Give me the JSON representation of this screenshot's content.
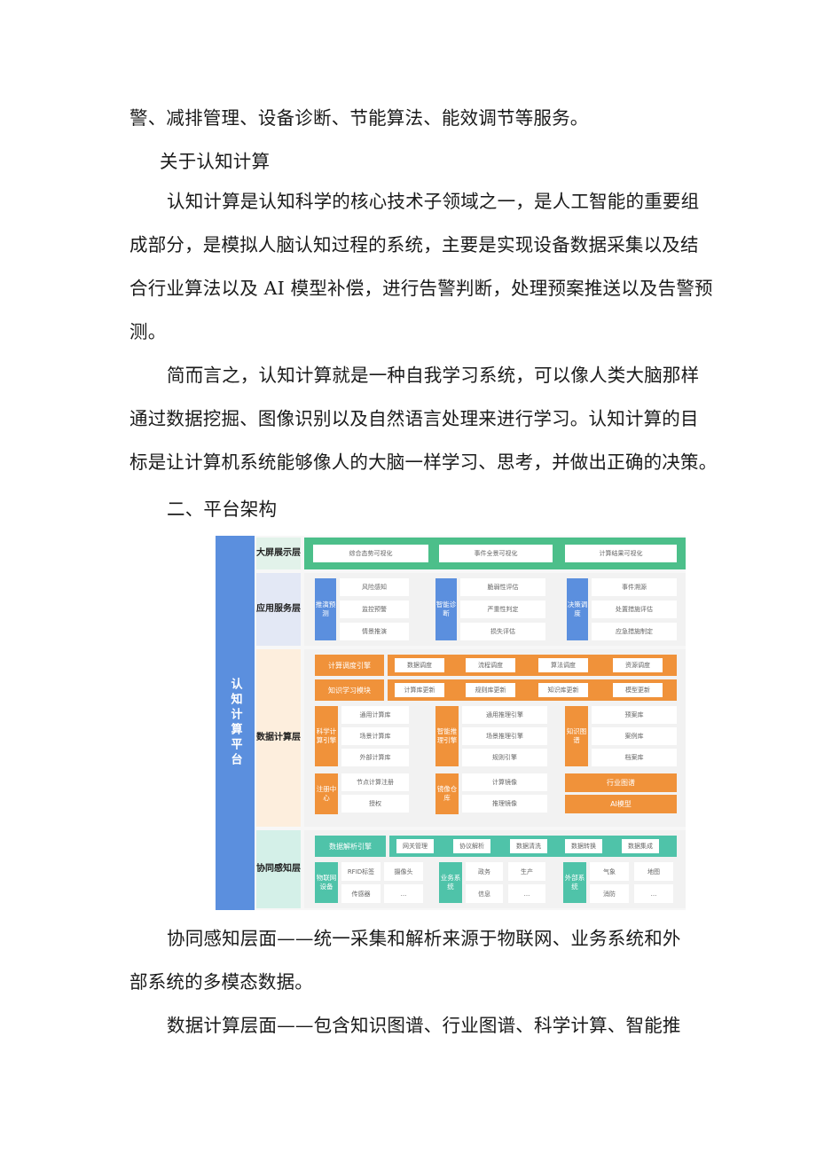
{
  "document": {
    "paragraphs": [
      {
        "id": "p0",
        "text": "警、减排管理、设备诊断、节能算法、能效调节等服务。"
      },
      {
        "id": "p1",
        "text": "关于认知计算"
      },
      {
        "id": "p2a",
        "text": "认知计算是认知科学的核心技术子领域之一，是人工智能的重要组"
      },
      {
        "id": "p2b",
        "text": "成部分，是模拟人脑认知过程的系统，主要是实现设备数据采集以及结"
      },
      {
        "id": "p2c",
        "text": "合行业算法以及 AI 模型补偿，进行告警判断，处理预案推送以及告警预"
      },
      {
        "id": "p2d",
        "text": "测。"
      },
      {
        "id": "p3a",
        "text": "简而言之，认知计算就是一种自我学习系统，可以像人类大脑那样"
      },
      {
        "id": "p3b",
        "text": "通过数据挖掘、图像识别以及自然语言处理来进行学习。认知计算的目"
      },
      {
        "id": "p3c",
        "text": "标是让计算机系统能够像人的大脑一样学习、思考，并做出正确的决策。"
      },
      {
        "id": "p4",
        "text": "二、平台架构"
      },
      {
        "id": "p5a",
        "text": "协同感知层面——统一采集和解析来源于物联网、业务系统和外"
      },
      {
        "id": "p5b",
        "text": "部系统的多模态数据。"
      },
      {
        "id": "p6a",
        "text": "数据计算层面——包含知识图谱、行业图谱、科学计算、智能推"
      }
    ]
  },
  "diagram": {
    "platform_label": "认知计算平台",
    "colors": {
      "blue": "#5b8fde",
      "green": "#4cbf8a",
      "orange": "#f0923a",
      "teal": "#4fc3a9"
    },
    "layers": {
      "display": {
        "label": "大屏展示层",
        "items": [
          "综合态势可视化",
          "事件全景可视化",
          "计算结果可视化"
        ]
      },
      "application": {
        "label": "应用服务层",
        "groups": [
          {
            "tag": "推演预测",
            "items": [
              "风险感知",
              "监控预警",
              "情景推演"
            ]
          },
          {
            "tag": "智能诊断",
            "items": [
              "脆弱性评估",
              "严重性判定",
              "损失评估"
            ]
          },
          {
            "tag": "决策调度",
            "items": [
              "事件溯源",
              "处置措施评估",
              "应急措施制定"
            ]
          }
        ]
      },
      "compute": {
        "label": "数据计算层",
        "rows": [
          {
            "tag": "计算调度引擎",
            "items": [
              "数据调度",
              "流程调度",
              "算法调度",
              "资源调度"
            ]
          },
          {
            "tag": "知识学习模块",
            "items": [
              "计算库更新",
              "规则库更新",
              "知识库更新",
              "模型更新"
            ]
          }
        ],
        "groups": [
          {
            "tag": "科学计算引擎",
            "items": [
              "通用计算库",
              "场景计算库",
              "外部计算库"
            ]
          },
          {
            "tag": "智能推理引擎",
            "items": [
              "通用推理引擎",
              "场景推理引擎",
              "规则引擎"
            ]
          },
          {
            "tag": "知识图谱",
            "items": [
              "预案库",
              "案例库",
              "档案库"
            ]
          },
          {
            "tag": "注册中心",
            "items": [
              "节点计算注册",
              "授权"
            ]
          },
          {
            "tag": "镜像仓库",
            "items": [
              "计算镜像",
              "推理镜像"
            ]
          }
        ],
        "bars": [
          "行业图谱",
          "AI模型"
        ]
      },
      "perception": {
        "label": "协同感知层",
        "engine": {
          "tag": "数据解析引擎",
          "items": [
            "网关管理",
            "协议解析",
            "数据清洗",
            "数据转换",
            "数据集成"
          ]
        },
        "groups": [
          {
            "tag": "物联网设备",
            "items": [
              "RFID标签",
              "摄像头",
              "传感器",
              "..."
            ]
          },
          {
            "tag": "业务系统",
            "items": [
              "政务",
              "生产",
              "信息",
              "..."
            ]
          },
          {
            "tag": "外部系统",
            "items": [
              "气象",
              "地图",
              "消防",
              "..."
            ]
          }
        ]
      }
    }
  }
}
